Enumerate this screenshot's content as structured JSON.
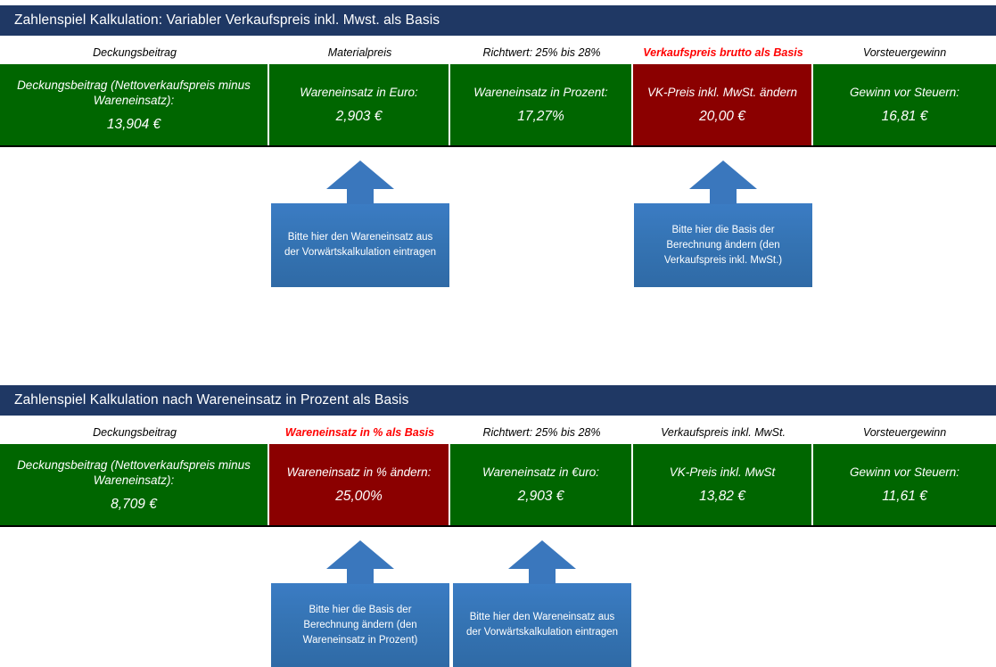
{
  "sections": [
    {
      "title": "Zahlenspiel Kalkulation: Variabler Verkaufspreis inkl. Mwst. als Basis",
      "columns": [
        {
          "label": "Deckungsbeitrag",
          "accent": false
        },
        {
          "label": "Materialpreis",
          "accent": false
        },
        {
          "label": "Richtwert: 25% bis 28%",
          "accent": false
        },
        {
          "label": "Verkaufspreis brutto als Basis",
          "accent": true
        },
        {
          "label": "Vorsteuergewinn",
          "accent": false
        }
      ],
      "cells": [
        {
          "label": "Deckungsbeitrag (Nettoverkaufspreis minus Wareneinsatz):",
          "value": "13,904 €",
          "color": "green"
        },
        {
          "label": "Wareneinsatz in Euro:",
          "value": "2,903 €",
          "color": "green"
        },
        {
          "label": "Wareneinsatz in Prozent:",
          "value": "17,27%",
          "color": "green"
        },
        {
          "label": "VK-Preis inkl. MwSt. ändern",
          "value": "20,00 €",
          "color": "red"
        },
        {
          "label": "Gewinn vor Steuern:",
          "value": "16,81 €",
          "color": "green"
        }
      ]
    },
    {
      "title": "Zahlenspiel Kalkulation nach Wareneinsatz in Prozent als Basis",
      "columns": [
        {
          "label": "Deckungsbeitrag",
          "accent": false
        },
        {
          "label": "Wareneinsatz in % als Basis",
          "accent": true
        },
        {
          "label": "Richtwert: 25% bis 28%",
          "accent": false
        },
        {
          "label": "Verkaufspreis inkl. MwSt.",
          "accent": false
        },
        {
          "label": "Vorsteuergewinn",
          "accent": false
        }
      ],
      "cells": [
        {
          "label": "Deckungsbeitrag (Nettoverkaufspreis minus Wareneinsatz):",
          "value": "8,709 €",
          "color": "green"
        },
        {
          "label": "Wareneinsatz in % ändern:",
          "value": "25,00%",
          "color": "red"
        },
        {
          "label": "Wareneinsatz in €uro:",
          "value": "2,903 €",
          "color": "green"
        },
        {
          "label": "VK-Preis inkl. MwSt",
          "value": "13,82 €",
          "color": "green"
        },
        {
          "label": "Gewinn vor Steuern:",
          "value": "11,61 €",
          "color": "green"
        }
      ]
    }
  ],
  "callouts": [
    {
      "text": "Bitte hier den Wareneinsatz aus der Vorwärtskalkulation eintragen"
    },
    {
      "text": "Bitte hier die Basis der Berechnung ändern (den Verkaufspreis inkl. MwSt.)"
    },
    {
      "text": "Bitte hier die Basis der Berechnung ändern (den Wareneinsatz in Prozent)"
    },
    {
      "text": "Bitte hier den Wareneinsatz aus der Vorwärtskalkulation eintragen"
    }
  ],
  "colors": {
    "title_bar": "#1f3864",
    "cell_green": "#006600",
    "cell_red": "#8b0000",
    "accent_text": "#ff0000",
    "callout_blue": "#3a77bd"
  }
}
